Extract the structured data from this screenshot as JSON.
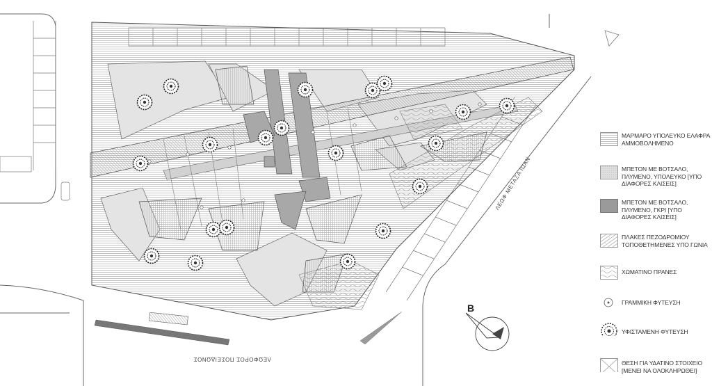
{
  "streets": {
    "bottom": "ΛΕΩΦΟΡΟΣ ΠΟΣΕΙΔΩΝΟΣ",
    "right": "ΛΕΩΦ ΜΕΤΑΞΑ ΙΩΑΝ"
  },
  "north_arrow": {
    "letter": "B"
  },
  "legend": {
    "items": [
      {
        "label": "ΜΑΡΜΑΡΟ ΥΠΟΛΕΥΚΟ ΕΛΑΦΡΑ ΑΜΜΟΒΟΛΗΜΕΝΟ",
        "swatch": "marble-hatch"
      },
      {
        "label": "ΜΠΕΤΟΝ ΜΕ ΒΟΤΣΑΛΟ, ΠΛΥΜΕΝΟ, ΥΠΟΛΕΥΚΟ [ΥΠΟ ΔΙΑΦΟΡΕΣ ΚΛΙΣΕΙΣ]",
        "swatch": "concrete-light"
      },
      {
        "label": "ΜΠΕΤΟΝ ΜΕ ΒΟΤΣΑΛΟ, ΠΛΥΜΕΝΟ, ΓΚΡΙ [ΥΠΟ ΔΙΑΦΟΡΕΣ ΚΛΙΣΕΙΣ]",
        "swatch": "concrete-grey"
      },
      {
        "label": "ΠΛΑΚΕΣ ΠΕΖΟΔΡΟΜΙΟΥ ΤΟΠΟΘΕΤΗΜΕΝΕΣ ΥΠΟ ΓΩΝΙΑ",
        "swatch": "paving-angle"
      },
      {
        "label": "ΧΩΜΑΤΙΝΟ ΠΡΑΝΕΣ",
        "swatch": "earth-slope"
      },
      {
        "label": "ΓΡΑΜΜΙΚΗ ΦΥΤΕΥΣΗ",
        "swatch": "linear-planting"
      },
      {
        "label": "ΥΦΙΣΤΑΜΕΝΗ ΦΥΤΕΥΣΗ",
        "swatch": "existing-tree"
      },
      {
        "label": "ΘΕΣΗ ΓΙΑ ΥΔΑΤΙΝΟ ΣΤΟΙΧΕΙΟ [ΜΕΝΕΙ ΝΑ ΟΛΟΚΛΗΡΩΘΕΙ]",
        "swatch": "water-element"
      }
    ]
  },
  "colors": {
    "line": "#555555",
    "light_fill": "#e6e6e6",
    "grey_fill": "#9a9a9a",
    "dark_fill": "#6e6e6e",
    "tree": "#222222"
  }
}
